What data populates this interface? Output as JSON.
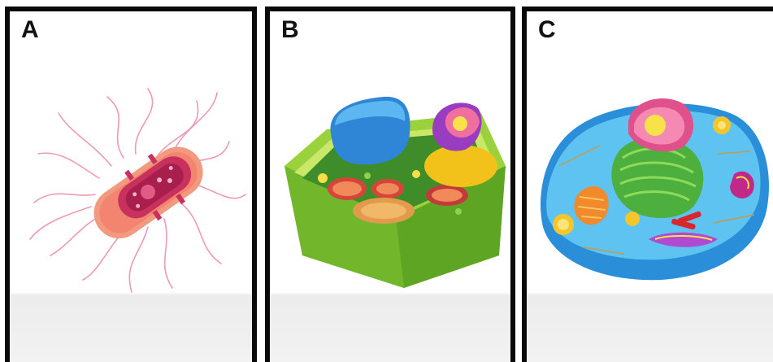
{
  "panels": [
    {
      "label": "A",
      "subject": "bacterial-cell"
    },
    {
      "label": "B",
      "subject": "plant-cell"
    },
    {
      "label": "C",
      "subject": "animal-cell"
    }
  ],
  "colors": {
    "border": "#0a0a0a",
    "bacteria_body": "#f08a78",
    "bacteria_inner": "#c43a63",
    "flagella": "#e88aa6",
    "plant_wall": "#7cc23a",
    "plant_vacuole": "#2f86d6",
    "animal_membrane": "#4fb3ea",
    "animal_nucleus": "#e0508a",
    "er_green": "#4caf3e"
  }
}
